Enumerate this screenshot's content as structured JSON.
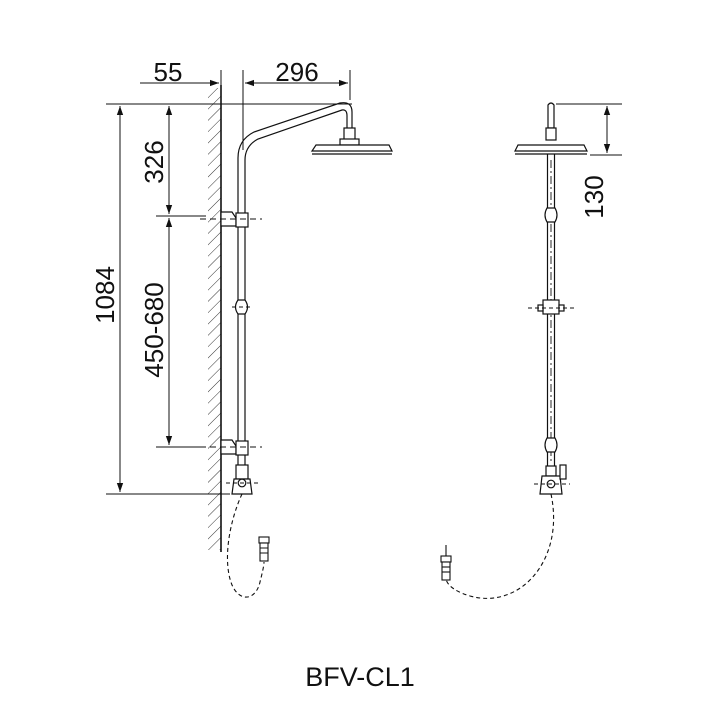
{
  "diagram": {
    "model_label": "BFV-CL1",
    "dimensions": {
      "wall_offset": "55",
      "arm_reach": "296",
      "total_height": "1084",
      "head_drop": "326",
      "bracket_spacing": "450-680",
      "side_head_drop": "130"
    }
  }
}
